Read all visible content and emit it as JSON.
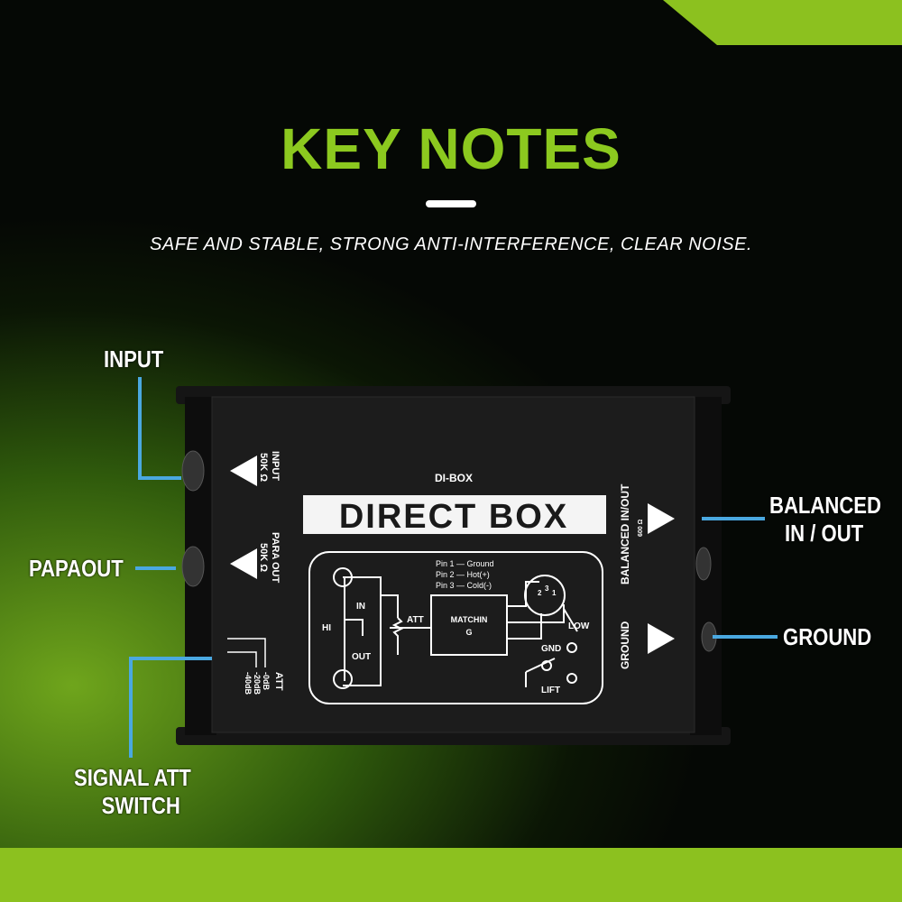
{
  "header": {
    "title": "KEY NOTES",
    "subtitle": "SAFE AND STABLE, STRONG ANTI-INTERFERENCE, CLEAR NOISE."
  },
  "callouts": {
    "input": "INPUT",
    "paraout": "PAPAOUT",
    "signal_att_line1": "SIGNAL ATT",
    "signal_att_line2": "SWITCH",
    "balanced_line1": "BALANCED",
    "balanced_line2": "IN / OUT",
    "ground": "GROUND"
  },
  "device": {
    "subtitle": "DI-BOX",
    "name": "DIRECT BOX",
    "input_label": "INPUT",
    "input_imp": "50K Ω",
    "para_label": "PARA OUT",
    "para_imp": "50K Ω",
    "att_label": "ATT",
    "att_0": "-0dB",
    "att_20": "-20dB",
    "att_40": "-40dB",
    "balanced_label": "BALANCED IN/OUT",
    "balanced_imp": "600 Ω",
    "ground_label": "GROUND",
    "pins": [
      "Pin 1 — Ground",
      "Pin 2 — Hot(+)",
      "Pin 3 — Cold(-)"
    ],
    "diagram": {
      "hi": "HI",
      "in": "IN",
      "out": "OUT",
      "att": "ATT",
      "matching1": "MATCHIN",
      "matching2": "G",
      "low": "LOW",
      "gnd": "GND",
      "lift": "LIFT",
      "pin1": "1",
      "pin2": "2",
      "pin3": "3"
    }
  },
  "colors": {
    "accent": "#8cc91f",
    "callout_line": "#4aa8e0"
  }
}
